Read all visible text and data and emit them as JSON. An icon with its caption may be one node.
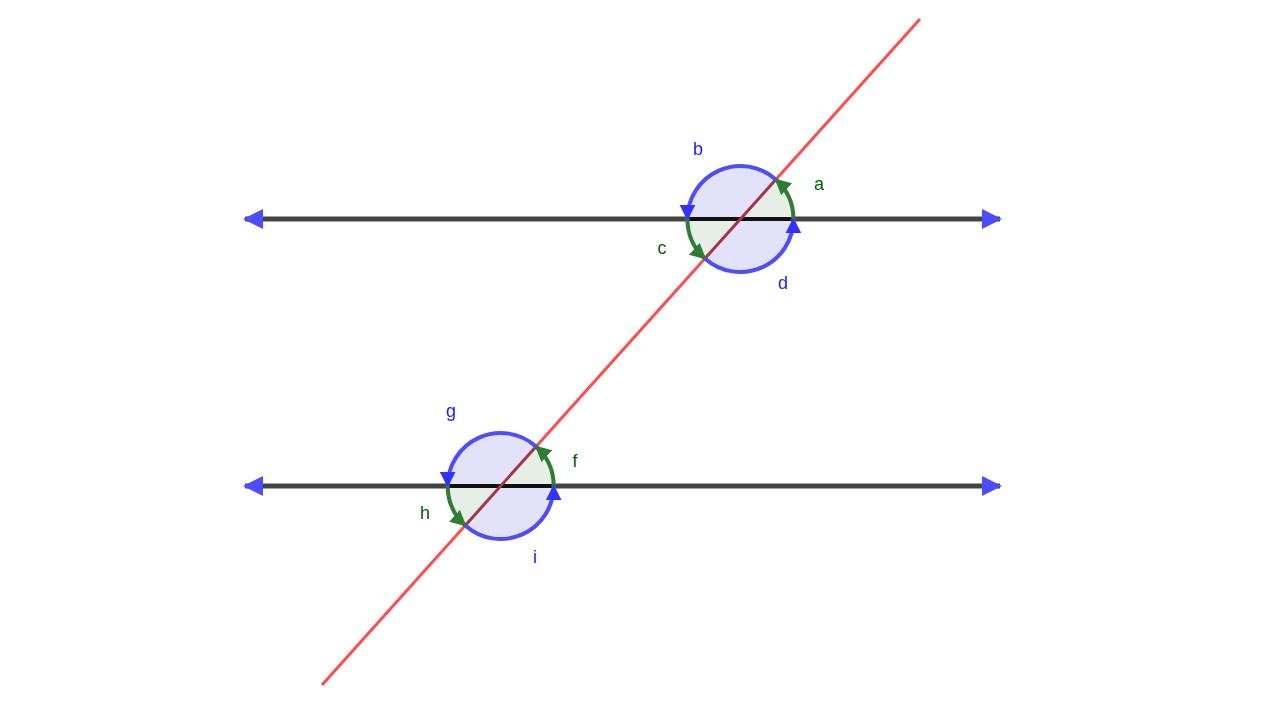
{
  "diagram": {
    "labels": [
      "b",
      "a",
      "c",
      "d",
      "g",
      "f",
      "h",
      "i"
    ]
  }
}
